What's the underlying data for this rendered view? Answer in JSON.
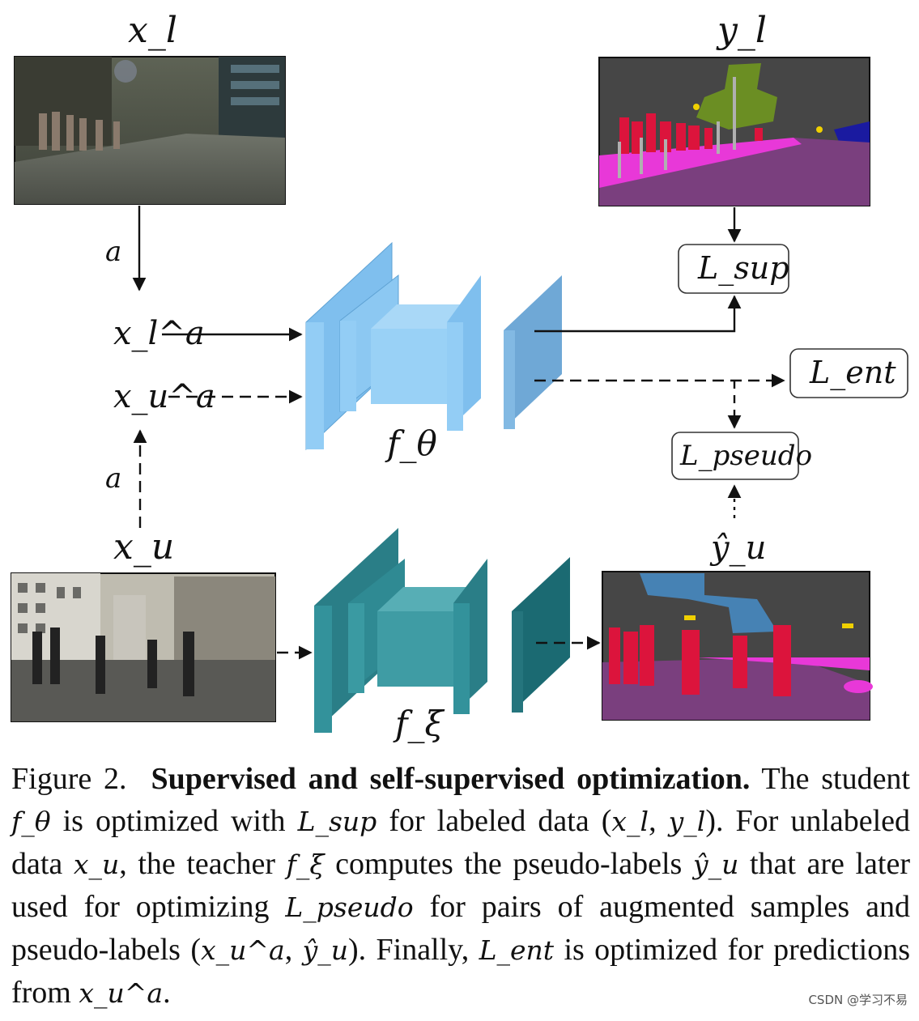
{
  "inputs": {
    "labeled_image": "x_l",
    "labeled_label": "y_l",
    "unlabeled_image": "x_u",
    "augmented_labeled": "x_l^a",
    "augmented_unlabeled": "x_u^a",
    "augment_op": "a",
    "pseudo_label": "ŷ_u"
  },
  "networks": {
    "student": "f_θ",
    "teacher": "f_ξ"
  },
  "losses": {
    "sup": "L_sup",
    "ent": "L_ent",
    "pseudo": "L_pseudo"
  },
  "caption": {
    "figure_label": "Figure 2.",
    "title": "Supervised and self-supervised optimization.",
    "s1a": "The student",
    "s1b": "is optimized with",
    "s1c": "for labeled data",
    "s1d": "For unlabeled data",
    "s1e": "the teacher",
    "s1f": "computes the pseudo-labels",
    "s1g": "that are later used for optimizing",
    "s1h": "for pairs of augmented samples and pseudo-labels",
    "s1i": "Finally,",
    "s1j": "is optimized for predictions from"
  },
  "watermark": "CSDN @学习不易",
  "colors": {
    "student": "#8cc8f2",
    "teacher": "#2c8a92",
    "road": "#7a3f7e",
    "sidewalk": "#e838d8",
    "person": "#dc143c",
    "vegetation": "#6b8e23",
    "sky": "#4682b4",
    "building": "#464646"
  }
}
